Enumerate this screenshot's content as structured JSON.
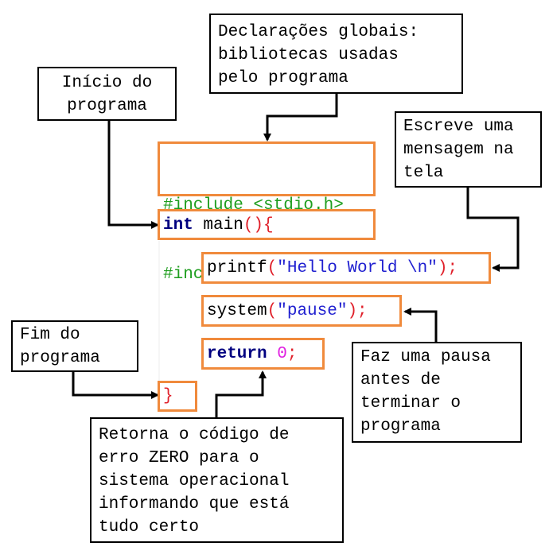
{
  "notes": {
    "globals": [
      "Declarações globais:",
      "bibliotecas usadas",
      "pelo programa"
    ],
    "start": [
      "Início do",
      "programa"
    ],
    "writes": [
      "Escreve uma",
      "mensagem na",
      "tela"
    ],
    "end": [
      "Fim do",
      "programa"
    ],
    "pause": [
      "Faz uma pausa",
      "antes de",
      "terminar o",
      "programa"
    ],
    "returns": [
      "Retorna o código de",
      "erro ZERO para o",
      "sistema operacional",
      "informando que está",
      "tudo certo"
    ]
  },
  "code": {
    "include1": "#include <stdio.h>",
    "include2": "#include <stdlib.h>",
    "main": {
      "type": "int",
      "name": " main",
      "parens": "()",
      "brace": "{"
    },
    "printf": {
      "fn": "printf",
      "open": "(",
      "str": "\"Hello World \\n\"",
      "close": ");"
    },
    "system": {
      "fn": "system",
      "open": "(",
      "str": "\"pause\"",
      "close": ");"
    },
    "ret": {
      "kw": "return",
      "space": " ",
      "val": "0",
      "semi": ";"
    },
    "close_brace": "}"
  },
  "colors": {
    "code_border": "#f08a3c",
    "include": "#1f9e1f",
    "keyword": "#000080",
    "punctuation": "#e0202a",
    "string": "#1f1fd0",
    "number": "#e020e0"
  }
}
